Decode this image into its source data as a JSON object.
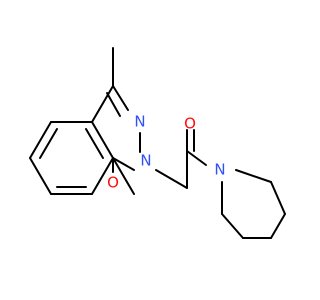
{
  "molecule": {
    "colors": {
      "bond": "#000000",
      "oxygen": "#ff0d0d",
      "nitrogen": "#3050f8",
      "background": "#ffffff"
    },
    "atoms": {
      "n_upper": "N",
      "n_ring_amide": "N",
      "o_lactam": "O",
      "o_ketone": "O",
      "n_piperidine": "N"
    }
  }
}
